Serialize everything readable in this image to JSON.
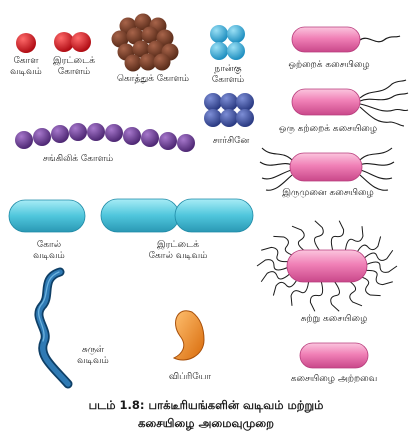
{
  "labels": {
    "coccus": [
      "கோள",
      "வடிவம்"
    ],
    "diplococcus": [
      "இரட்டைக்",
      "கோளம்"
    ],
    "staphylococcus": "கொத்துக் கோளம்",
    "tetrad": [
      "நான்கு",
      "கோளம்"
    ],
    "streptococcus": "சங்கிலிக் கோளம்",
    "sarcina": "சார்சினே",
    "monotrichous": "ஒற்றைக் கசையிழை",
    "lophotrichous": "ஒரு கற்றைக் கசையிழை",
    "amphitrichous": "இருமுனை கசையிழை",
    "bacillus": [
      "கோல்",
      "வடிவம்"
    ],
    "diplobacillus": [
      "இரட்டைக்",
      "கோல் வடிவம்"
    ],
    "peritrichous": "சுற்று கசையிழை",
    "spiral": [
      "சுருள்",
      "வடிவம்"
    ],
    "vibrio": "விப்ரியோ",
    "atrichous": "கசையிழை அற்றவை"
  },
  "caption": [
    "படம் 1.8: பாக்டீரியங்களின் வடிவம் மற்றும்",
    "கசையிழை அமைவுமுறை"
  ],
  "colors": {
    "red": "#d9141c",
    "brown": "#7a4028",
    "light_blue": "#3fb0dc",
    "dark_blue": "#3f53a3",
    "purple": "#6c3c94",
    "pink": "#ef7fb4",
    "cyan": "#4fc6dc",
    "navy": "#1e5c8c",
    "orange": "#f0881e"
  }
}
